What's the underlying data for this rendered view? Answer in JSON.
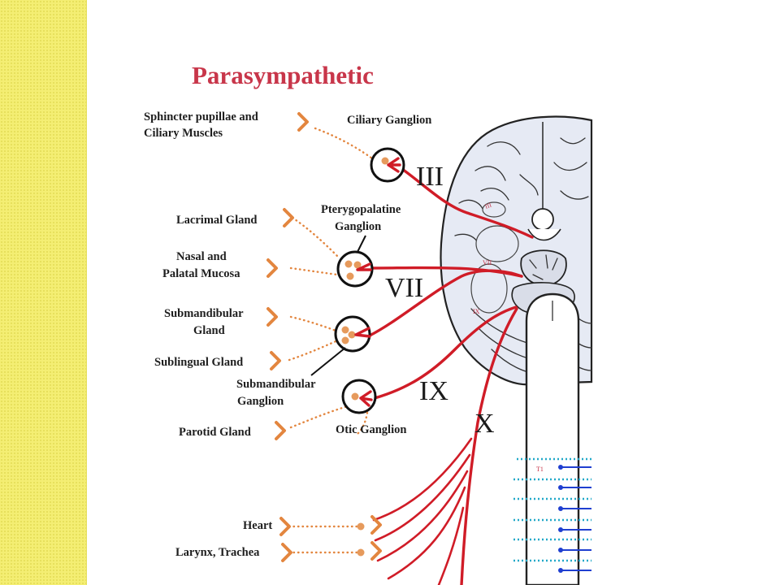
{
  "title": "Parasympathetic",
  "targets": {
    "sphincter_line1": "Sphincter pupillae and",
    "sphincter_line2": "Ciliary Muscles",
    "lacrimal": "Lacrimal Gland",
    "nasal_line1": "Nasal and",
    "nasal_line2": "Palatal Mucosa",
    "submandibular_line1": "Submandibular",
    "submandibular_line2": "Gland",
    "sublingual": "Sublingual Gland",
    "parotid": "Parotid Gland",
    "heart": "Heart",
    "larynx": "Larynx, Trachea"
  },
  "ganglia": {
    "ciliary": "Ciliary Ganglion",
    "ptery_line1": "Pterygopalatine",
    "ptery_line2": "Ganglion",
    "submand_line1": "Submandibular",
    "submand_line2": "Ganglion",
    "otic": "Otic Ganglion"
  },
  "nerves": {
    "III": "III",
    "VII": "VII",
    "IX": "IX",
    "X": "X"
  },
  "colors": {
    "sidebar": "#f4ee73",
    "title": "#c8364a",
    "nerve": "#d01c27",
    "pathway": "#e3863f",
    "brain": "#e6eaf4",
    "spinal_nerves": "#1f3fd0"
  }
}
